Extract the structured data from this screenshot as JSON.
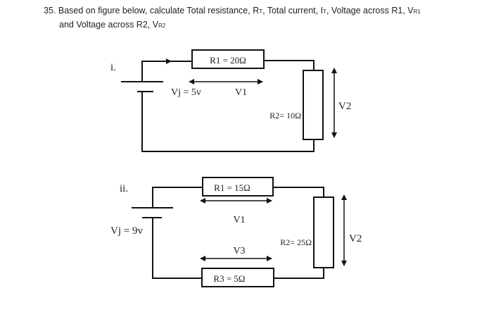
{
  "question": {
    "number": "35.",
    "line1_pre": "Based on figure below, calculate Total resistance, R",
    "rt_sub": "T",
    "line1_mid": ", Total current, I",
    "it_sub": "T",
    "line1_post": ", Voltage across R1, V",
    "vr1_sub": "R1",
    "line2_pre": "and Voltage across R2, V",
    "vr2_sub": "R2"
  },
  "circuit_i": {
    "label": "i.",
    "source": "Vj = 5v",
    "r1": "R1 = 20Ω",
    "v1": "V1",
    "r2": "R2= 10Ω",
    "v2": "V2"
  },
  "circuit_ii": {
    "label": "ii.",
    "source": "Vj = 9v",
    "r1": "R1 = 15Ω",
    "v1": "V1",
    "v3": "V3",
    "r2": "R2= 25Ω",
    "v2": "V2",
    "r3": "R3 = 5Ω"
  }
}
